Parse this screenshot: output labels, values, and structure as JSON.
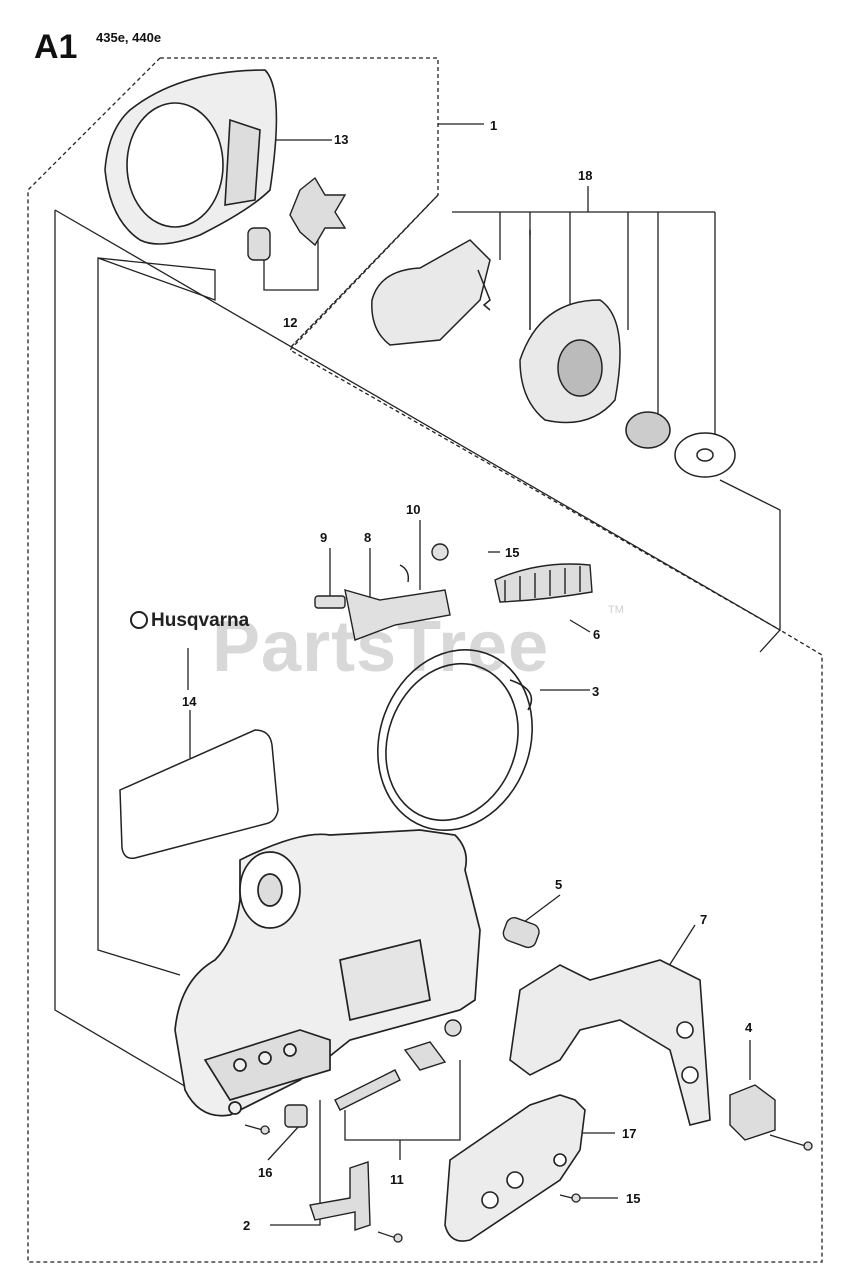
{
  "header": {
    "page_code": "A1",
    "models": "435e, 440e"
  },
  "watermark": {
    "text": "PartsTree",
    "tm": "TM"
  },
  "decal": {
    "brand": "Husqvarna"
  },
  "callouts": [
    {
      "id": "c1",
      "label": "1"
    },
    {
      "id": "c2",
      "label": "2"
    },
    {
      "id": "c3",
      "label": "3"
    },
    {
      "id": "c4",
      "label": "4"
    },
    {
      "id": "c5",
      "label": "5"
    },
    {
      "id": "c6",
      "label": "6"
    },
    {
      "id": "c7",
      "label": "7"
    },
    {
      "id": "c8",
      "label": "8"
    },
    {
      "id": "c9",
      "label": "9"
    },
    {
      "id": "c10",
      "label": "10"
    },
    {
      "id": "c11",
      "label": "11"
    },
    {
      "id": "c12",
      "label": "12"
    },
    {
      "id": "c13",
      "label": "13"
    },
    {
      "id": "c14",
      "label": "14"
    },
    {
      "id": "c15a",
      "label": "15"
    },
    {
      "id": "c15b",
      "label": "15"
    },
    {
      "id": "c16",
      "label": "16"
    },
    {
      "id": "c17",
      "label": "17"
    },
    {
      "id": "c18",
      "label": "18"
    }
  ]
}
